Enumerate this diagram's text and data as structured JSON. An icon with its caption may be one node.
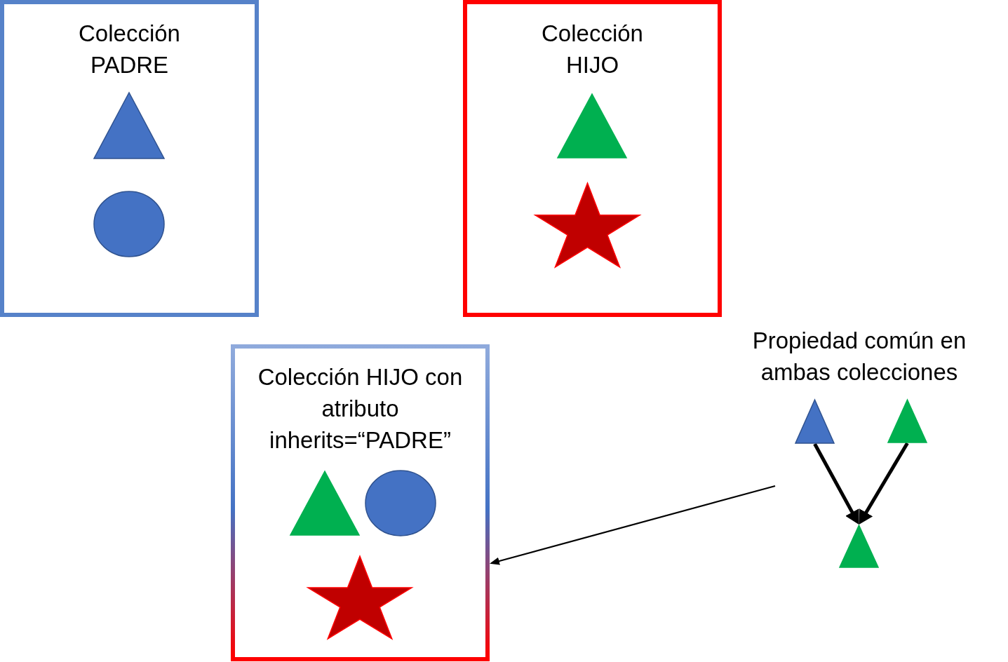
{
  "diagram": {
    "nodes": [
      {
        "text": [
          "Colección PADRE"
        ]
      },
      {
        "text": [],
        "shape": "triangle",
        "in": 0
      },
      {
        "text": [],
        "shape": "circle",
        "in": 0
      },
      {
        "text": [
          "Colección HIJO"
        ]
      },
      {
        "text": [],
        "shape": "triangle",
        "in": 3
      },
      {
        "text": [],
        "shape": "star",
        "in": 3
      },
      {
        "text": [
          "Colección HIJO con atributo inherits=“PADRE”"
        ]
      },
      {
        "text": [],
        "shape": "triangle",
        "in": 6
      },
      {
        "text": [],
        "shape": "circle",
        "in": 6
      },
      {
        "text": [],
        "shape": "star",
        "in": 6
      },
      {
        "text": [],
        "shape": "triangle"
      },
      {
        "text": [],
        "shape": "triangle"
      },
      {
        "text": [],
        "shape": "triangle"
      }
    ],
    "edges": [
      {
        "from": 10,
        "to": 12,
        "arrow": "to"
      },
      {
        "from": 11,
        "to": 12,
        "arrow": "to"
      },
      {
        "from": null,
        "to": 6,
        "arrow": "to"
      }
    ],
    "labels": [
      "Propiedad común en ambas colecciones"
    ]
  }
}
